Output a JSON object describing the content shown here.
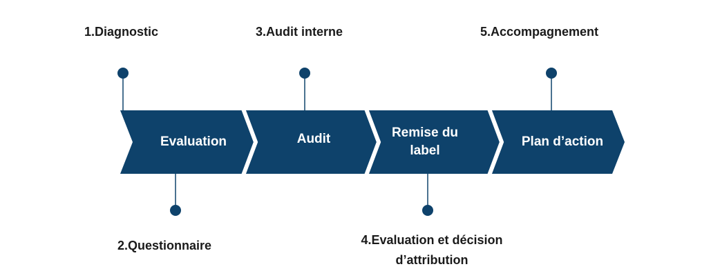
{
  "colors": {
    "chevron_fill": "#0e426b",
    "label_text": "#1a1a1a",
    "chevron_text": "#ffffff",
    "background": "#ffffff"
  },
  "phases": [
    {
      "label": "Evaluation"
    },
    {
      "label": "Audit"
    },
    {
      "label": "Remise du label"
    },
    {
      "label": "Plan d’action"
    }
  ],
  "steps": [
    {
      "label": "1.Diagnostic"
    },
    {
      "label": "2.Questionnaire"
    },
    {
      "label": "3.Audit interne"
    },
    {
      "label": "4.Evaluation et décision d’attribution"
    },
    {
      "label": "5.Accompagnement"
    }
  ]
}
